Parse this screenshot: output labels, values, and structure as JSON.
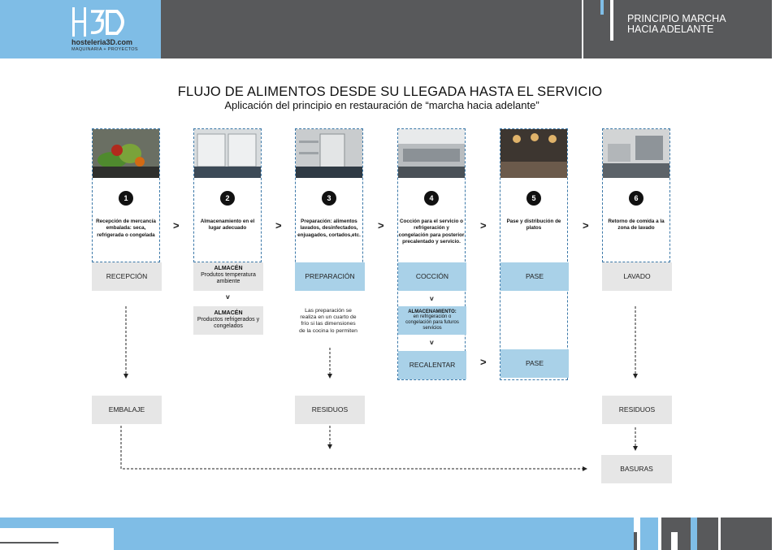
{
  "header": {
    "logo_letters": "H3D",
    "logo_name": "hosteleria3D.com",
    "logo_tagline": "MAQUINARIA + PROYECTOS",
    "section_title_line1": "PRINCIPIO MARCHA",
    "section_title_line2": "HACIA ADELANTE"
  },
  "title": "FLUJO DE ALIMENTOS DESDE SU LLEGADA HASTA EL SERVICIO",
  "subtitle": "Aplicación del principio en restauración de  “marcha hacia adelante”",
  "steps": [
    {
      "number": "1",
      "desc": "Recepción de mercancía embalada: seca, refrigerada o congelada",
      "stage": "RECEPCIÓN"
    },
    {
      "number": "2",
      "desc": "Almacenamiento en el lugar adecuado",
      "stage_title": "ALMACÉN",
      "stage_text": "Produtos temperatura ambiente"
    },
    {
      "number": "3",
      "desc": "Preparación: alimentos lavados, desinfectados, enjuagados, cortados,etc.",
      "stage": "PREPARACIÓN"
    },
    {
      "number": "4",
      "desc": "Cocción para el servicio o refrigeración  y congelación para posterior precalentado y servicio.",
      "stage": "COCCIÓN"
    },
    {
      "number": "5",
      "desc": "Pase y distribución de platos",
      "stage": "PASE"
    },
    {
      "number": "6",
      "desc": "Retorno de comida a la zona de lavado",
      "stage": "LAVADO"
    }
  ],
  "flow": {
    "gt": ">",
    "v": "v",
    "almacen2_title": "ALMACÉN",
    "almacen2_text": "Productos refrigerados y congelados",
    "prep_note": "Las preparación se realiza en un cuarto de frío si las dimensiones de la cocina lo permiten",
    "almac_box_title": "ALMACENAMIENTO:",
    "almac_box_text": "en refrigeración o congelación para futuros servicios",
    "recalentar": "RECALENTAR",
    "pase2": "PASE",
    "embalaje": "EMBALAJE",
    "residuos1": "RESIDUOS",
    "residuos2": "RESIDUOS",
    "basuras": "BASURAS"
  },
  "colors": {
    "accent_blue": "#7fbde6",
    "stage_blue": "#a9d1e8",
    "stage_gray": "#e6e6e6",
    "header_gray": "#58595b"
  }
}
